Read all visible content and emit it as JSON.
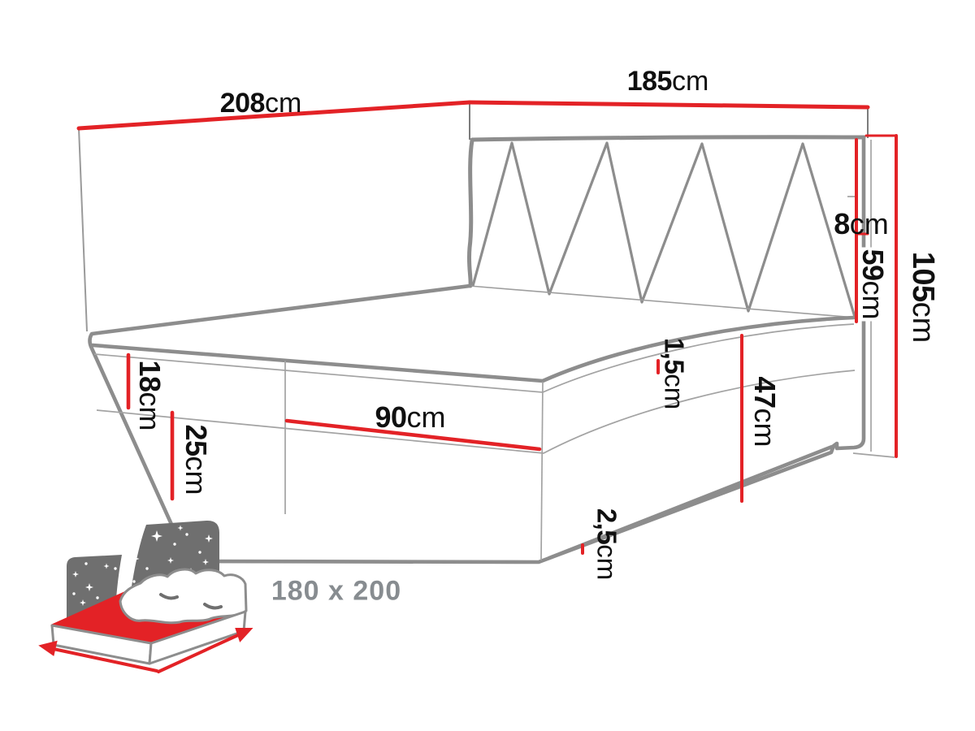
{
  "title": "Boxspring bed dimensions diagram",
  "diagram": {
    "dimensions": {
      "total_length": {
        "value": "208",
        "unit": "cm"
      },
      "headboard_width": {
        "value": "185",
        "unit": "cm"
      },
      "headboard_thickness": {
        "value": "8",
        "unit": "cm"
      },
      "headboard_height_above_mattress": {
        "value": "59",
        "unit": "cm"
      },
      "total_height": {
        "value": "105",
        "unit": "cm"
      },
      "mattress_thickness": {
        "value": "18",
        "unit": "cm"
      },
      "base_box_height": {
        "value": "25",
        "unit": "cm"
      },
      "half_mattress_width": {
        "value": "90",
        "unit": "cm"
      },
      "topper_seam_height": {
        "value": "1,5",
        "unit": "cm"
      },
      "floor_to_mattress_top": {
        "value": "47",
        "unit": "cm"
      },
      "leg_height": {
        "value": "2,5",
        "unit": "cm"
      }
    }
  },
  "size_badge": {
    "label": "180 x 200"
  },
  "icons": {
    "bed_size_icon": "bed-with-starry-headboard"
  },
  "colors": {
    "accent_red": "#e32226",
    "line_gray_thick": "#8d8d8d",
    "line_gray_thin": "#9e9e9e",
    "text_black": "#101010",
    "icon_gray": "#6f6f6f",
    "badge_text_gray": "#878c90"
  }
}
